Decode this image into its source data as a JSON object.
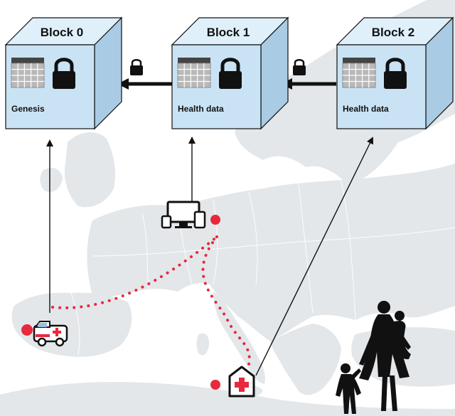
{
  "blocks": [
    {
      "title": "Block 0",
      "label": "Genesis"
    },
    {
      "title": "Block 1",
      "label": "Health data"
    },
    {
      "title": "Block 2",
      "label": "Health data"
    }
  ],
  "colors": {
    "cube_front": "#c9e3f5",
    "cube_top": "#dff0fb",
    "cube_side": "#a9cbe3",
    "map_land": "#e3e7ea",
    "route_dot": "#e8283c"
  },
  "icons": [
    "table-icon",
    "padlock-icon",
    "ambulance-icon",
    "devices-icon",
    "clinic-icon",
    "family-silhouette-icon"
  ]
}
